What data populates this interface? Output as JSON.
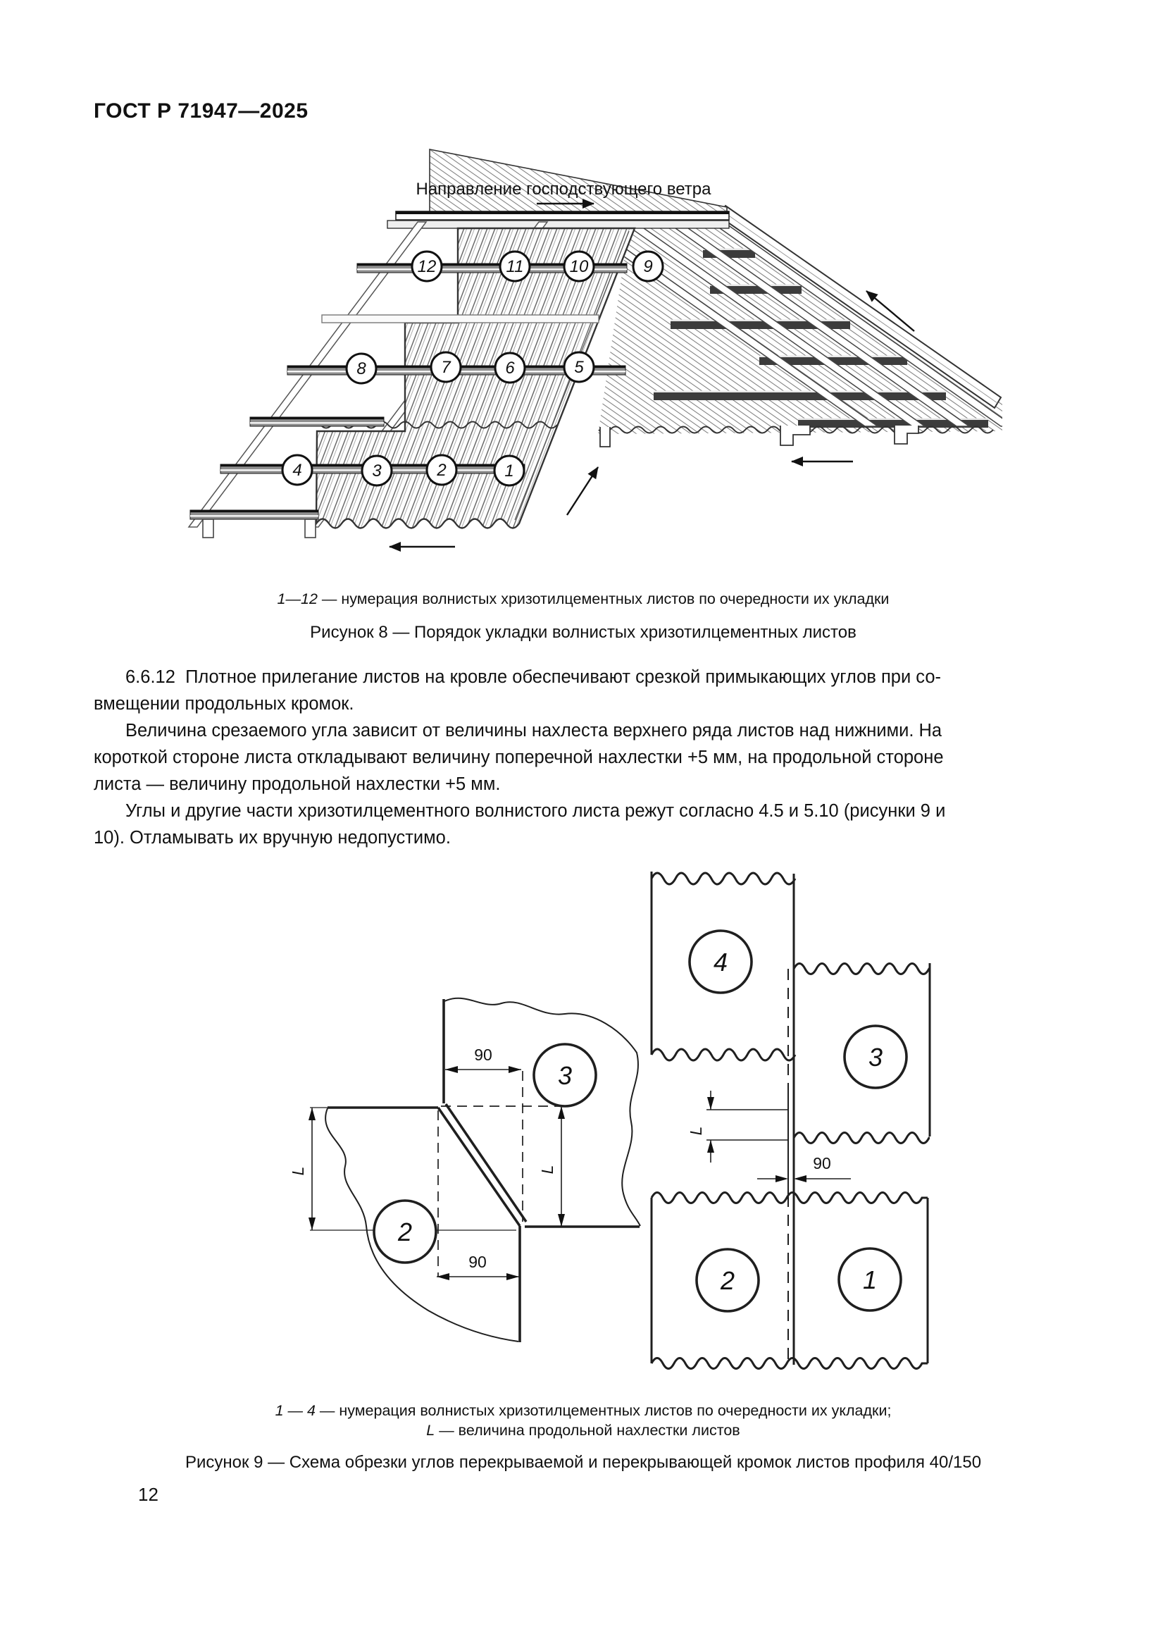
{
  "page": {
    "header": "ГОСТ Р 71947—2025",
    "number": "12"
  },
  "figure8": {
    "wind_label": "Направление господствующего ветра",
    "circles": [
      "1",
      "2",
      "3",
      "4",
      "5",
      "6",
      "7",
      "8",
      "9",
      "10",
      "11",
      "12"
    ],
    "legend_prefix": "1—12",
    "legend_text": " — нумерация волнистых хризотилцементных листов по очередности их укладки",
    "caption": "Рисунок 8 — Порядок укладки волнистых хризотилцементных листов"
  },
  "body": {
    "p1": "6.6.12  Плотное прилегание листов на кровле обеспечивают срезкой примыкающих углов при со-\nвмещении продольных кромок.",
    "p2": "Величина срезаемого угла зависит от величины нахлеста верхнего ряда листов над нижними. На\nкороткой стороне листа откладывают величину поперечной нахлестки +5 мм, на продольной стороне\nлиста — величину продольной нахлестки +5 мм.",
    "p3": "Углы и другие части хризотилцементного волнистого листа режут согласно 4.5 и 5.10 (рисунки 9 и\n10). Отламывать их вручную недопустимо."
  },
  "figure9": {
    "dim_90": "90",
    "dim_L": "L",
    "left": {
      "sheet2": "2",
      "sheet3": "3"
    },
    "right": {
      "sheet1": "1",
      "sheet2": "2",
      "sheet3": "3",
      "sheet4": "4"
    },
    "legend1_prefix": "1 — 4",
    "legend1_text": " — нумерация волнистых хризотилцементных листов по очередности их укладки;",
    "legend2_prefix": "L",
    "legend2_text": " — величина продольной нахлестки листов",
    "caption": "Рисунок 9 — Схема обрезки углов перекрываемой и перекрывающей кромок листов профиля 40/150"
  }
}
